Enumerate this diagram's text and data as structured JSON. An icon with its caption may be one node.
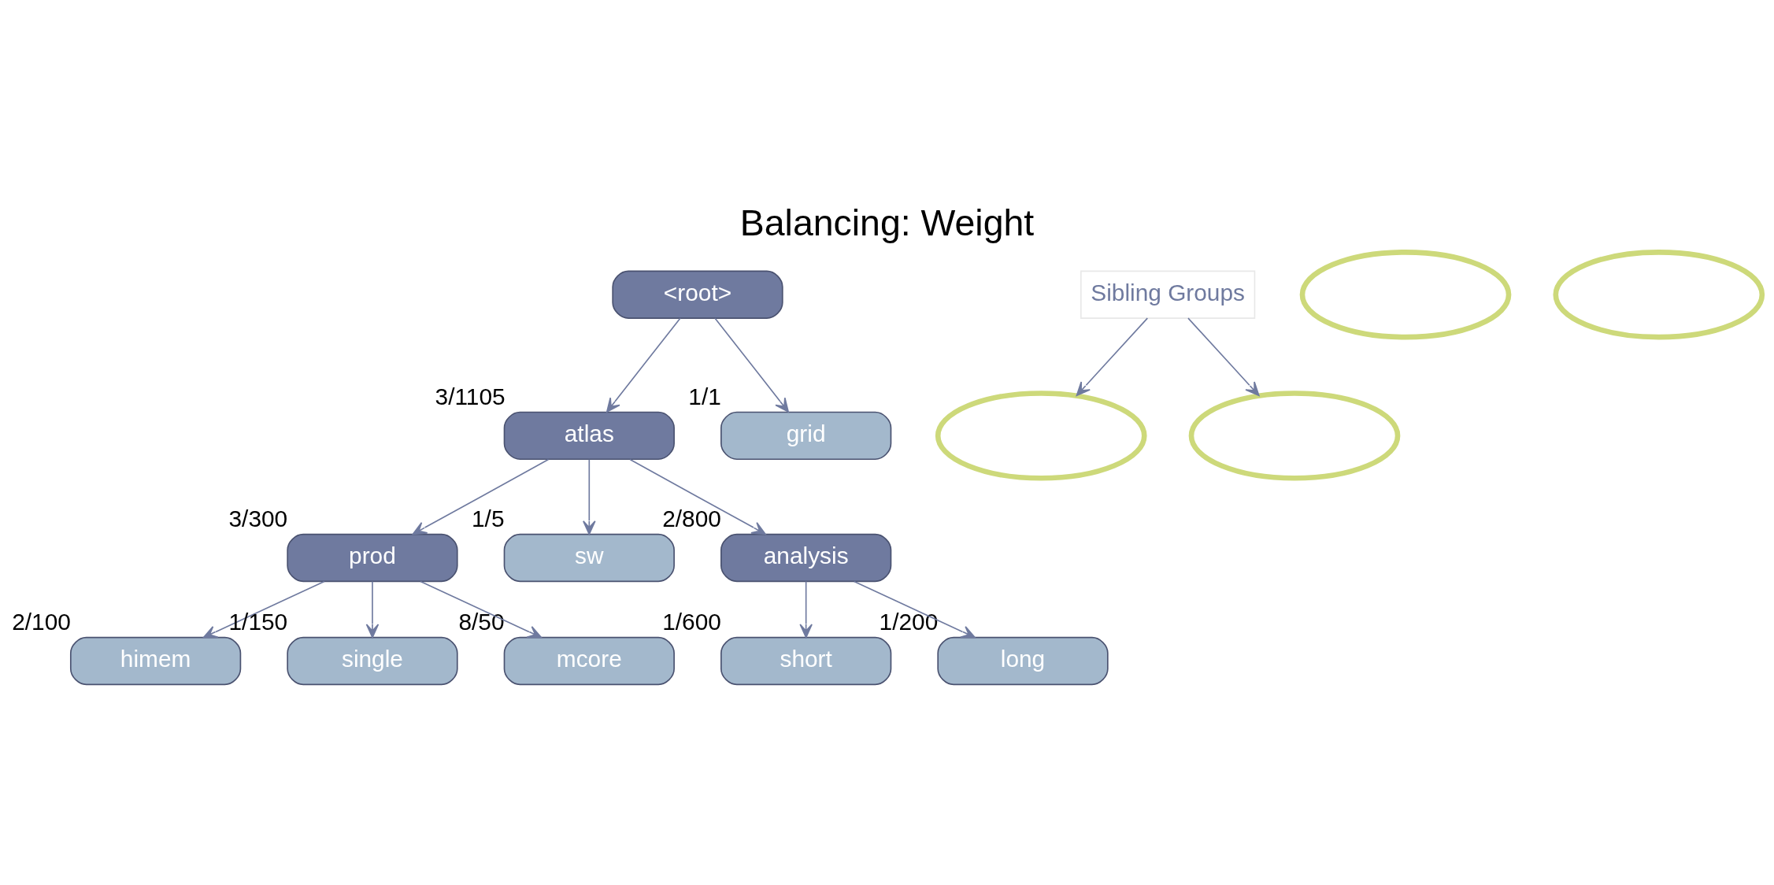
{
  "diagram": {
    "title": "Balancing: Weight",
    "nodes": [
      {
        "text": [
          "<root>"
        ]
      },
      {
        "text": [
          "atlas"
        ],
        "beside": [
          "3/1105"
        ]
      },
      {
        "text": [
          "grid"
        ],
        "beside": [
          "1/1"
        ]
      },
      {
        "text": [
          "prod"
        ],
        "beside": [
          "3/300"
        ]
      },
      {
        "text": [
          "sw"
        ],
        "beside": [
          "1/5"
        ]
      },
      {
        "text": [
          "analysis"
        ],
        "beside": [
          "2/800"
        ]
      },
      {
        "text": [
          "himem"
        ],
        "beside": [
          "2/100"
        ]
      },
      {
        "text": [
          "single"
        ],
        "beside": [
          "1/150"
        ]
      },
      {
        "text": [
          "mcore"
        ],
        "beside": [
          "8/50"
        ]
      },
      {
        "text": [
          "short"
        ],
        "beside": [
          "1/600"
        ]
      },
      {
        "text": [
          "long"
        ],
        "beside": [
          "1/200"
        ]
      },
      {
        "text": [
          "Sibling Groups"
        ]
      },
      {
        "text": [],
        "shape": "ellipse"
      },
      {
        "text": [],
        "shape": "ellipse"
      },
      {
        "text": [],
        "shape": "ellipse"
      },
      {
        "text": [],
        "shape": "ellipse"
      }
    ],
    "edges": [
      {
        "from": 0,
        "to": 1,
        "arrow": "to"
      },
      {
        "from": 0,
        "to": 2,
        "arrow": "to"
      },
      {
        "from": 1,
        "to": 3,
        "arrow": "to"
      },
      {
        "from": 1,
        "to": 4,
        "arrow": "to"
      },
      {
        "from": 1,
        "to": 5,
        "arrow": "to"
      },
      {
        "from": 3,
        "to": 6,
        "arrow": "to"
      },
      {
        "from": 3,
        "to": 7,
        "arrow": "to"
      },
      {
        "from": 3,
        "to": 8,
        "arrow": "to"
      },
      {
        "from": 5,
        "to": 9,
        "arrow": "to"
      },
      {
        "from": 5,
        "to": 10,
        "arrow": "to"
      },
      {
        "from": 11,
        "to": 13,
        "arrow": "to"
      },
      {
        "from": 11,
        "to": 14,
        "arrow": "to"
      }
    ]
  }
}
